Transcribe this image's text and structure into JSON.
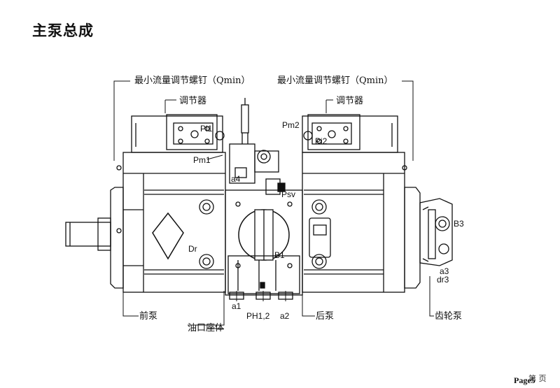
{
  "page_title": "主泵总成",
  "labels": {
    "qmin_left": "最小流量调节螺钉（Qmin）",
    "qmin_right": "最小流量调节螺钉（Qmin）",
    "regulator_left": "调节器",
    "regulator_right": "调节器",
    "pi1": "Pi1",
    "pm1": "Pm1",
    "pm2": "Pm2",
    "pi2": "Pi2",
    "a4": "a4",
    "psv": "Psv",
    "dr": "Dr",
    "b1": "B1",
    "b3": "B3",
    "a3": "a3",
    "dr3": "dr3",
    "a1": "a1",
    "ph12": "PH1,2",
    "a2": "a2",
    "front_pump": "前泵",
    "rear_pump": "后泵",
    "gear_pump": "齿轮泵",
    "port_block": "油口座体"
  },
  "footer": {
    "page_label": "Page5",
    "page_cn": "第 页"
  }
}
